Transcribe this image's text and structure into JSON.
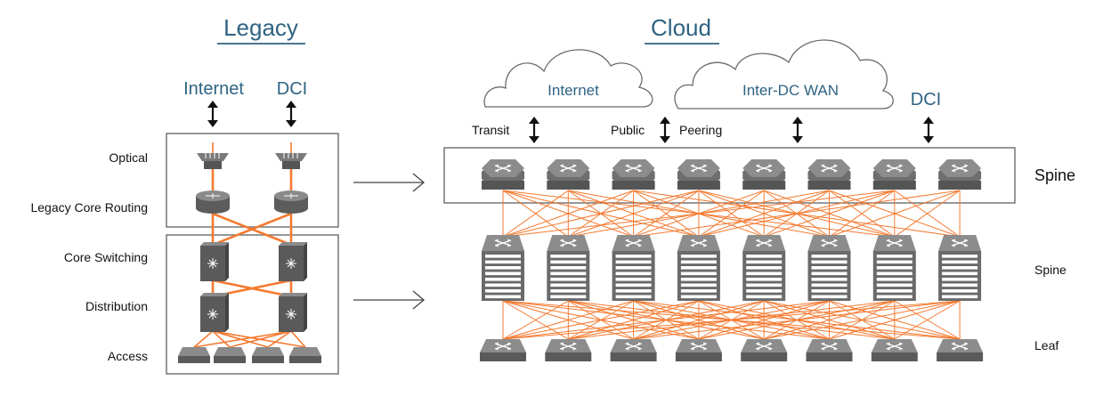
{
  "legacy": {
    "title": "Legacy",
    "external": [
      "Internet",
      "DCI"
    ],
    "layers": [
      "Optical",
      "Legacy Core Routing",
      "Core Switching",
      "Distribution",
      "Access"
    ]
  },
  "cloud": {
    "title": "Cloud",
    "clouds": [
      "Internet",
      "Inter-DC WAN"
    ],
    "dci": "DCI",
    "links": [
      "Transit",
      "Public",
      "Peering"
    ],
    "tiers": [
      "Spine",
      "Spine",
      "Leaf"
    ]
  },
  "colors": {
    "title": "#2f6383",
    "link": "#f47a30",
    "device": "#7a7a7a",
    "frame": "#6b6b6b"
  },
  "icons": [
    "bidirectional-arrow-icon",
    "optical-device-icon",
    "router-icon",
    "core-switch-icon",
    "hexagon-switch-icon",
    "chassis-switch-icon",
    "leaf-switch-icon",
    "cloud-icon",
    "right-arrow-icon"
  ]
}
